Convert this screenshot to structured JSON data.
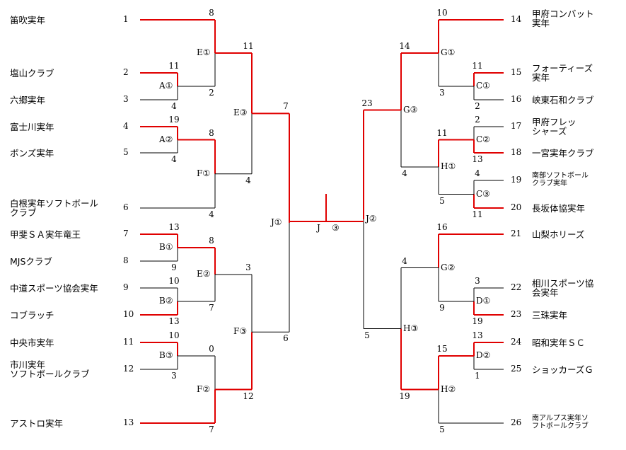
{
  "colors": {
    "win": "#e00000",
    "line": "#000000"
  },
  "left_teams": [
    {
      "seed": "1",
      "name": "笛吹実年"
    },
    {
      "seed": "2",
      "name": "塩山クラブ"
    },
    {
      "seed": "3",
      "name": "六郷実年"
    },
    {
      "seed": "4",
      "name": "富士川実年"
    },
    {
      "seed": "5",
      "name": "ボンズ実年"
    },
    {
      "seed": "6",
      "name": "白根実年ソフトボール\nクラブ"
    },
    {
      "seed": "7",
      "name": "甲斐ＳＡ実年竜王"
    },
    {
      "seed": "8",
      "name": "MJSクラブ"
    },
    {
      "seed": "9",
      "name": "中道スポーツ協会実年"
    },
    {
      "seed": "10",
      "name": "コブラッチ"
    },
    {
      "seed": "11",
      "name": "中央市実年"
    },
    {
      "seed": "12",
      "name": "市川実年\nソフトボールクラブ"
    },
    {
      "seed": "13",
      "name": "アストロ実年"
    }
  ],
  "right_teams": [
    {
      "seed": "14",
      "name": "甲府コンバット\n実年"
    },
    {
      "seed": "15",
      "name": "フォーティーズ\n実年"
    },
    {
      "seed": "16",
      "name": "峡東石和クラブ"
    },
    {
      "seed": "17",
      "name": "甲府フレッ\nシャーズ"
    },
    {
      "seed": "18",
      "name": "一宮実年クラブ"
    },
    {
      "seed": "19",
      "name": "南部ソフトボール\nクラブ実年"
    },
    {
      "seed": "20",
      "name": "長坂体協実年"
    },
    {
      "seed": "21",
      "name": "山梨ホリーズ"
    },
    {
      "seed": "22",
      "name": "相川スポーツ協\n会実年"
    },
    {
      "seed": "23",
      "name": "三珠実年"
    },
    {
      "seed": "24",
      "name": "昭和実年ＳＣ"
    },
    {
      "seed": "25",
      "name": "ショッカーズＧ"
    },
    {
      "seed": "26",
      "name": "南アルプス実年ソ\nフトボールクラブ"
    }
  ],
  "matches": [
    {
      "id": "A1",
      "label": "A",
      "mark": "①",
      "top_score": "11",
      "bottom_score": "4",
      "winner": "top"
    },
    {
      "id": "A2",
      "label": "A",
      "mark": "②",
      "top_score": "19",
      "bottom_score": "4",
      "winner": "top"
    },
    {
      "id": "E1",
      "label": "E",
      "mark": "①",
      "top_score": "8",
      "bottom_score": "2",
      "winner": "top"
    },
    {
      "id": "F1",
      "label": "F",
      "mark": "①",
      "top_score": "8",
      "bottom_score": "4",
      "winner": "top"
    },
    {
      "id": "E3",
      "label": "E",
      "mark": "③",
      "top_score": "11",
      "bottom_score": "4",
      "winner": "top"
    },
    {
      "id": "B1",
      "label": "B",
      "mark": "①",
      "top_score": "13",
      "bottom_score": "9",
      "winner": "top"
    },
    {
      "id": "B2",
      "label": "B",
      "mark": "②",
      "top_score": "10",
      "bottom_score": "13",
      "winner": "bottom"
    },
    {
      "id": "B3",
      "label": "B",
      "mark": "③",
      "top_score": "10",
      "bottom_score": "3",
      "winner": "top"
    },
    {
      "id": "E2",
      "label": "E",
      "mark": "②",
      "top_score": "8",
      "bottom_score": "7",
      "winner": "top"
    },
    {
      "id": "F2",
      "label": "F",
      "mark": "②",
      "top_score": "0",
      "bottom_score": "7",
      "winner": "bottom"
    },
    {
      "id": "F3",
      "label": "F",
      "mark": "③",
      "top_score": "3",
      "bottom_score": "12",
      "winner": "bottom"
    },
    {
      "id": "J1",
      "label": "J",
      "mark": "①",
      "top_score": "7",
      "bottom_score": "6",
      "winner": "top"
    },
    {
      "id": "C1",
      "label": "C",
      "mark": "①",
      "top_score": "11",
      "bottom_score": "2",
      "winner": "top"
    },
    {
      "id": "C2",
      "label": "C",
      "mark": "②",
      "top_score": "2",
      "bottom_score": "13",
      "winner": "bottom"
    },
    {
      "id": "C3",
      "label": "C",
      "mark": "③",
      "top_score": "4",
      "bottom_score": "11",
      "winner": "bottom"
    },
    {
      "id": "G1",
      "label": "G",
      "mark": "①",
      "top_score": "10",
      "bottom_score": "3",
      "winner": "top"
    },
    {
      "id": "H1",
      "label": "H",
      "mark": "①",
      "top_score": "11",
      "bottom_score": "5",
      "winner": "top"
    },
    {
      "id": "G3",
      "label": "G",
      "mark": "③",
      "top_score": "14",
      "bottom_score": "4",
      "winner": "top"
    },
    {
      "id": "D1",
      "label": "D",
      "mark": "①",
      "top_score": "3",
      "bottom_score": "19",
      "winner": "bottom"
    },
    {
      "id": "D2",
      "label": "D",
      "mark": "②",
      "top_score": "13",
      "bottom_score": "1",
      "winner": "top"
    },
    {
      "id": "G2",
      "label": "G",
      "mark": "②",
      "top_score": "16",
      "bottom_score": "9",
      "winner": "top"
    },
    {
      "id": "H2",
      "label": "H",
      "mark": "②",
      "top_score": "15",
      "bottom_score": "5",
      "winner": "top"
    },
    {
      "id": "H3",
      "label": "H",
      "mark": "③",
      "top_score": "4",
      "bottom_score": "19",
      "winner": "bottom"
    },
    {
      "id": "J2",
      "label": "J",
      "mark": "②",
      "top_score": "23",
      "bottom_score": "5",
      "winner": "top"
    },
    {
      "id": "J3",
      "label": "J",
      "mark": "③"
    }
  ]
}
